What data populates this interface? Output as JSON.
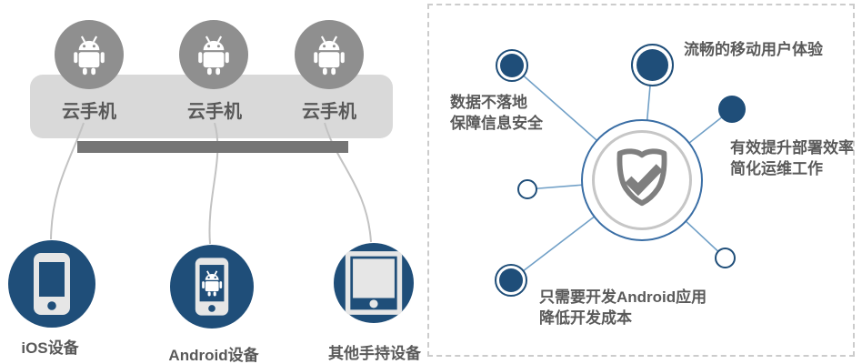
{
  "diagram_title": "cloud-phone-architecture",
  "colors": {
    "accent_blue": "#1F4E79",
    "hub_ring_blue": "#3A6EA5",
    "hub_ring_gray": "#C6C6C6",
    "connector_blue": "#71A0C7",
    "connector_gray": "#C2C2C2",
    "circle_gray": "#8F8F8F",
    "bar_light_gray": "#D9D9D9",
    "bar_dark_gray": "#757575",
    "shield_gray": "#7F7F7F",
    "text_gray": "#595959",
    "dashed_border_gray": "#CCCCCC",
    "device_body_gray": "#E6E6E6"
  },
  "left_panel": {
    "cloud_phones": [
      {
        "label": "云手机",
        "icon": "android-robot-icon"
      },
      {
        "label": "云手机",
        "icon": "android-robot-icon"
      },
      {
        "label": "云手机",
        "icon": "android-robot-icon"
      }
    ],
    "devices": [
      {
        "label": "iOS设备",
        "icon": "ios-phone-icon"
      },
      {
        "label": "Android设备",
        "icon": "android-phone-icon"
      },
      {
        "label": "其他手持设备",
        "icon": "tablet-icon"
      }
    ]
  },
  "right_panel": {
    "center_icon": "shield-check-icon",
    "features": [
      {
        "lines": [
          "流畅的移动用户体验"
        ]
      },
      {
        "lines": [
          "数据不落地",
          "保障信息安全"
        ]
      },
      {
        "lines": [
          "有效提升部署效率",
          "简化运维工作"
        ]
      },
      {
        "lines": [
          "只需要开发Android应用",
          "降低开发成本"
        ]
      }
    ]
  }
}
